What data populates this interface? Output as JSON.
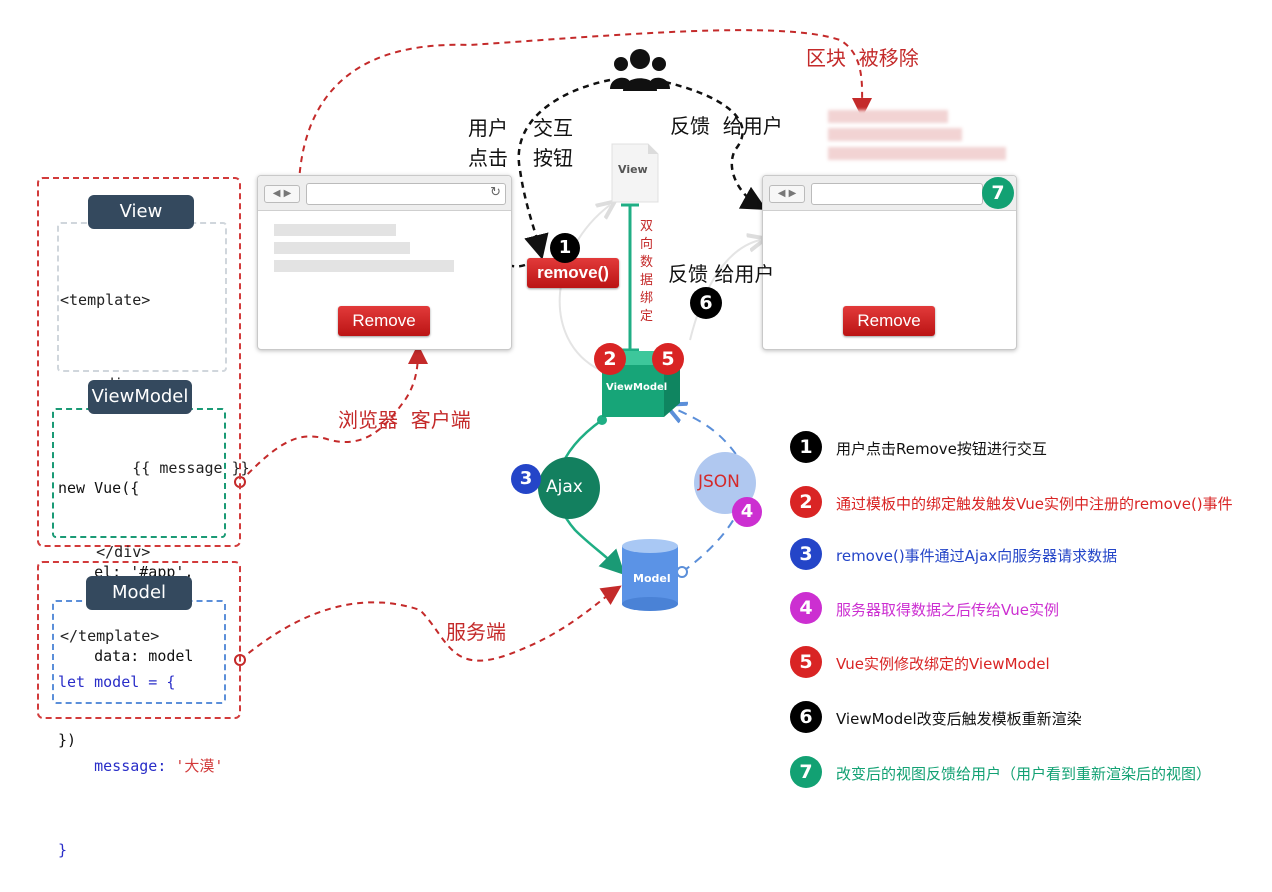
{
  "view_panel": {
    "title": "View",
    "code": [
      "<template>",
      "    <div>",
      "        {{ message }}",
      "    </div>",
      "</template>"
    ]
  },
  "viewmodel_panel": {
    "title": "ViewModel",
    "code": [
      "new Vue({",
      "    el: '#app',",
      "    data: model",
      "})"
    ]
  },
  "model_panel": {
    "title": "Model",
    "code_line1": "let model = {",
    "code_line2_key": "    message: ",
    "code_line2_value": "'大漠'",
    "code_line3": "}"
  },
  "labels": {
    "client": "浏览器  客户端",
    "server": "服务端",
    "user_click": "用户\n点击",
    "interact_button": "交互\n按钮",
    "feedback_user": "反馈  给用户",
    "block_removed": "区块  被移除",
    "two_way_binding": "双\n向\n数\n据\n绑\n定",
    "feedback_user_2": "反馈 给用户",
    "remove_call": "remove()",
    "view_doc": "View",
    "viewmodel_cube": "ViewModel",
    "model_db": "Model",
    "ajax": "Ajax",
    "json": "JSON"
  },
  "browser_left": {
    "button": "Remove"
  },
  "browser_right": {
    "button": "Remove"
  },
  "steps": [
    {
      "num": "1",
      "text": "用户点击Remove按钮进行交互",
      "color": "#000000",
      "text_color": "#111111"
    },
    {
      "num": "2",
      "text": "通过模板中的绑定触发触发Vue实例中注册的remove()事件",
      "color": "#d92424",
      "text_color": "#d92424"
    },
    {
      "num": "3",
      "text": "remove()事件通过Ajax向服务器请求数据",
      "color": "#2445c8",
      "text_color": "#2445c8"
    },
    {
      "num": "4",
      "text": "服务器取得数据之后传给Vue实例",
      "color": "#cc2fd1",
      "text_color": "#cc2fd1"
    },
    {
      "num": "5",
      "text": "Vue实例修改绑定的ViewModel",
      "color": "#d92424",
      "text_color": "#d92424"
    },
    {
      "num": "6",
      "text": "ViewModel改变后触发模板重新渲染",
      "color": "#000000",
      "text_color": "#111111"
    },
    {
      "num": "7",
      "text": "改变后的视图反馈给用户（用户看到重新渲染后的视图）",
      "color": "#12a173",
      "text_color": "#12a173"
    }
  ],
  "colors": {
    "red": "#d23b3b",
    "green": "#1a9a75",
    "blue": "#5b8fd9",
    "dark": "#34495e"
  },
  "icons": [
    "users-icon",
    "back-icon",
    "forward-icon",
    "reload-icon",
    "document-icon",
    "cube-icon",
    "database-icon"
  ]
}
